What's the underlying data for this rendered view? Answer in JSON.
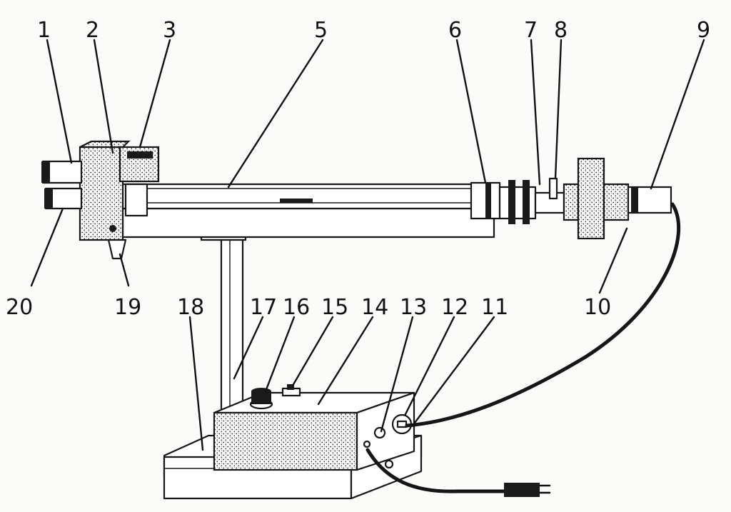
{
  "labels": {
    "l1": "1",
    "l2": "2",
    "l3": "3",
    "l5": "5",
    "l6": "6",
    "l7": "7",
    "l8": "8",
    "l9": "9",
    "l10": "10",
    "l11": "11",
    "l12": "12",
    "l13": "13",
    "l14": "14",
    "l15": "15",
    "l16": "16",
    "l17": "17",
    "l18": "18",
    "l19": "19",
    "l20": "20"
  },
  "colors": {
    "ink": "#161616",
    "paper": "#fbfbf9"
  }
}
